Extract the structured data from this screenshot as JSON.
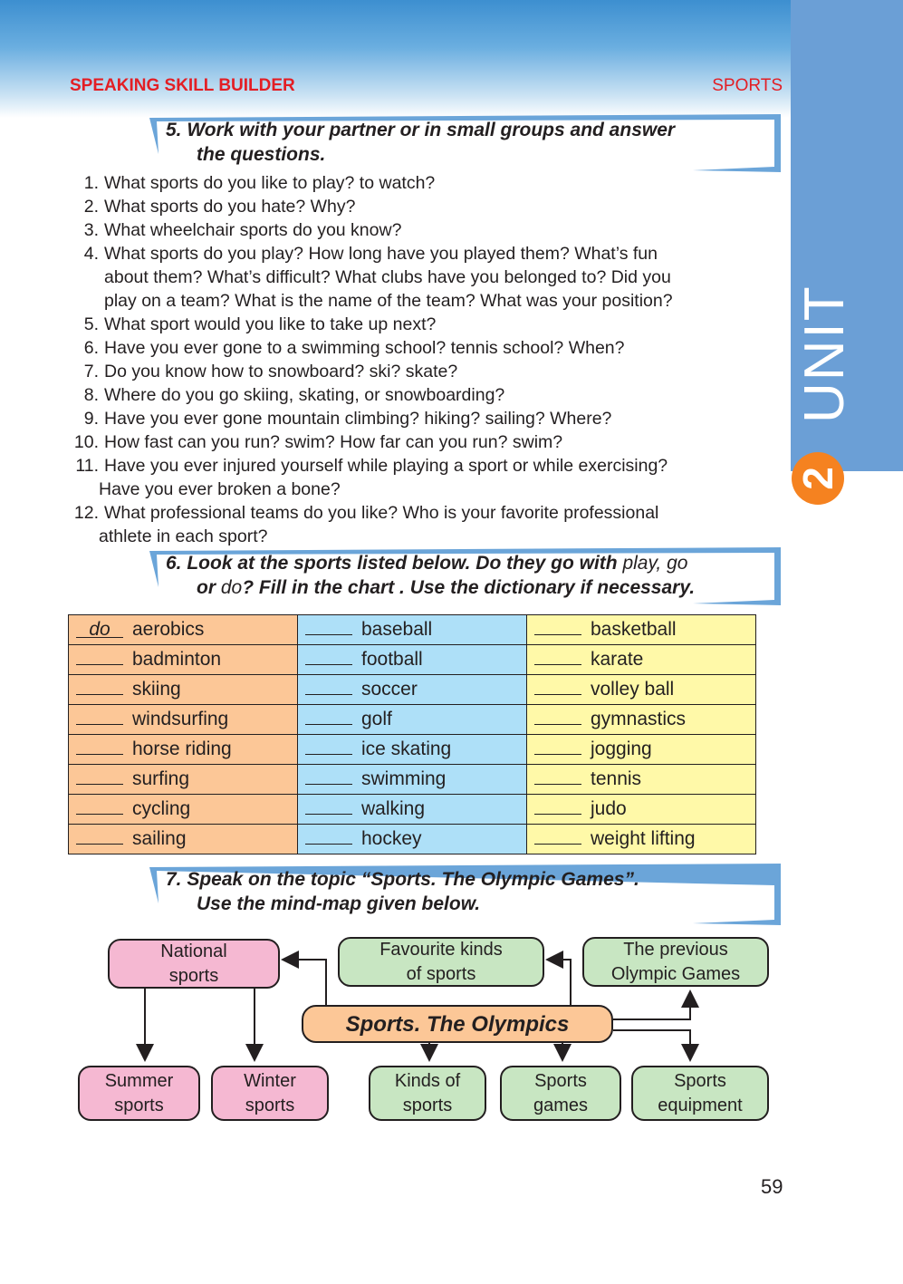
{
  "header": {
    "section": "SPEAKING SKILL BUILDER",
    "topic": "SPORTS"
  },
  "unit": {
    "word": "UNIT",
    "number": "2"
  },
  "task5": {
    "line1": "5. Work with your partner or in small groups and answer",
    "line2": "the questions."
  },
  "questions": [
    {
      "n": "1.",
      "lines": [
        "What sports do you like to play? to watch?"
      ]
    },
    {
      "n": "2.",
      "lines": [
        "What sports do you hate? Why?"
      ]
    },
    {
      "n": "3.",
      "lines": [
        "What wheelchair sports do you know?"
      ]
    },
    {
      "n": "4.",
      "lines": [
        "What sports do you play? How long have you played them? What’s fun",
        "about them? What’s difficult? What clubs have you belonged to? Did you",
        "play on a team? What is the name of the team? What was your position?"
      ]
    },
    {
      "n": "5.",
      "lines": [
        "What sport would you like to take up next?"
      ]
    },
    {
      "n": "6.",
      "lines": [
        "Have you ever gone to a swimming school? tennis school? When?"
      ]
    },
    {
      "n": "7.",
      "lines": [
        "Do you know how to snowboard? ski? skate?"
      ]
    },
    {
      "n": "8.",
      "lines": [
        "Where do you go skiing, skating, or snowboarding?"
      ]
    },
    {
      "n": "9.",
      "lines": [
        "Have you ever gone mountain climbing? hiking? sailing? Where?"
      ]
    },
    {
      "n": "10.",
      "lines": [
        "How fast can you run? swim? How far can you run? swim?"
      ]
    },
    {
      "n": "11.",
      "lines": [
        "Have you ever injured yourself while playing a sport or while exercising?",
        "Have you ever broken a bone?"
      ]
    },
    {
      "n": "12.",
      "lines": [
        "What professional teams do you like? Who is your favorite professional",
        "athlete in each sport?"
      ]
    }
  ],
  "task6": {
    "line1_a": "6. Look at the sports listed below. Do they go with",
    "line1_b": "play, go",
    "line2_a": "or",
    "line2_b": "do",
    "line2_c": "? Fill in the chart . Use the dictionary if necessary."
  },
  "chart": {
    "example_answer": "do",
    "rows": [
      [
        "aerobics",
        "baseball",
        "basketball"
      ],
      [
        "badminton",
        "football",
        "karate"
      ],
      [
        "skiing",
        "soccer",
        "volley ball"
      ],
      [
        "windsurfing",
        "golf",
        "gymnastics"
      ],
      [
        "horse riding",
        "ice skating",
        "jogging"
      ],
      [
        "surfing",
        "swimming",
        "tennis"
      ],
      [
        "cycling",
        "walking",
        "judo"
      ],
      [
        "sailing",
        "hockey",
        "weight lifting"
      ]
    ]
  },
  "task7": {
    "line1": "7. Speak on the topic “Sports. The Olympic Games”.",
    "line2": "Use the mind-map given below."
  },
  "mindmap": {
    "center": "Sports. The Olympics",
    "national": [
      "National",
      "sports"
    ],
    "favourite": [
      "Favourite kinds",
      "of sports"
    ],
    "previous": [
      "The previous",
      "Olympic Games"
    ],
    "summer": [
      "Summer",
      "sports"
    ],
    "winter": [
      "Winter",
      "sports"
    ],
    "kinds": [
      "Kinds of",
      "sports"
    ],
    "games": [
      "Sports",
      "games"
    ],
    "equipment": [
      "Sports",
      "equipment"
    ]
  },
  "colors": {
    "red": "#e31e24",
    "blue": "#6b9fd6",
    "orange": "#fcc797",
    "sky": "#aee0f8",
    "yellow": "#fff9a8",
    "pink": "#f5b8d2",
    "green": "#c8e6c2"
  },
  "page_number": "59"
}
